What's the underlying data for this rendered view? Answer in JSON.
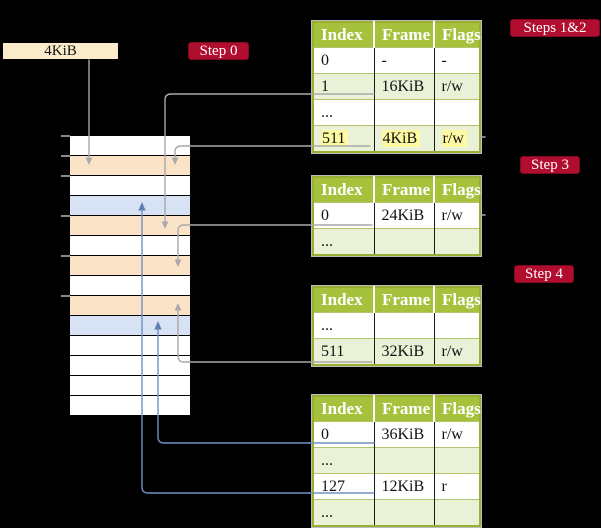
{
  "colors": {
    "background": "#000000",
    "page_box_cream": "#FAECCB",
    "frame_pagetable_peach": "#FBE3C7",
    "frame_datapage_blue": "#D7E3F4",
    "table_header_green": "#A6C23C",
    "table_border_olive": "#9AAE33",
    "table_alt_row_green": "#E9F1D6",
    "highlight_yellow": "#FEF9A3",
    "badge_red": "#B00D2F",
    "connector_gray": "#A9A9A9",
    "connector_blue": "#7490C2",
    "connector_blue_head": "#5F7EB2"
  },
  "page_size_box": {
    "label": "4KiB"
  },
  "badges": {
    "step0": "Step 0",
    "steps12": "Steps 1&2",
    "step3": "Step 3",
    "step4": "Step 4"
  },
  "memory": {
    "rows": [
      {
        "kind": "free"
      },
      {
        "kind": "page-table"
      },
      {
        "kind": "free"
      },
      {
        "kind": "data-page"
      },
      {
        "kind": "page-table"
      },
      {
        "kind": "free"
      },
      {
        "kind": "page-table"
      },
      {
        "kind": "free"
      },
      {
        "kind": "page-table"
      },
      {
        "kind": "data-page"
      },
      {
        "kind": "free"
      },
      {
        "kind": "free"
      },
      {
        "kind": "free"
      },
      {
        "kind": "free"
      }
    ]
  },
  "tables": {
    "steps12": {
      "headers": [
        "Index",
        "Frame",
        "Flags"
      ],
      "rows": [
        {
          "cells": [
            "0",
            "-",
            "-"
          ]
        },
        {
          "cells": [
            "1",
            "16KiB",
            "r/w"
          ]
        },
        {
          "cells": [
            "...",
            "",
            ""
          ]
        },
        {
          "cells": [
            "511",
            "4KiB",
            "r/w"
          ],
          "highlighted": true
        }
      ]
    },
    "step3": {
      "headers": [
        "Index",
        "Frame",
        "Flags"
      ],
      "rows": [
        {
          "cells": [
            "0",
            "24KiB",
            "r/w"
          ]
        },
        {
          "cells": [
            "...",
            "",
            ""
          ]
        }
      ]
    },
    "step4": {
      "headers": [
        "Index",
        "Frame",
        "Flags"
      ],
      "rows": [
        {
          "cells": [
            "...",
            "",
            ""
          ]
        },
        {
          "cells": [
            "511",
            "32KiB",
            "r/w"
          ]
        }
      ]
    },
    "final": {
      "headers": [
        "Index",
        "Frame",
        "Flags"
      ],
      "rows": [
        {
          "cells": [
            "0",
            "36KiB",
            "r/w"
          ]
        },
        {
          "cells": [
            "...",
            "",
            ""
          ]
        },
        {
          "cells": [
            "127",
            "12KiB",
            "r"
          ]
        },
        {
          "cells": [
            "...",
            "",
            ""
          ]
        }
      ]
    }
  }
}
